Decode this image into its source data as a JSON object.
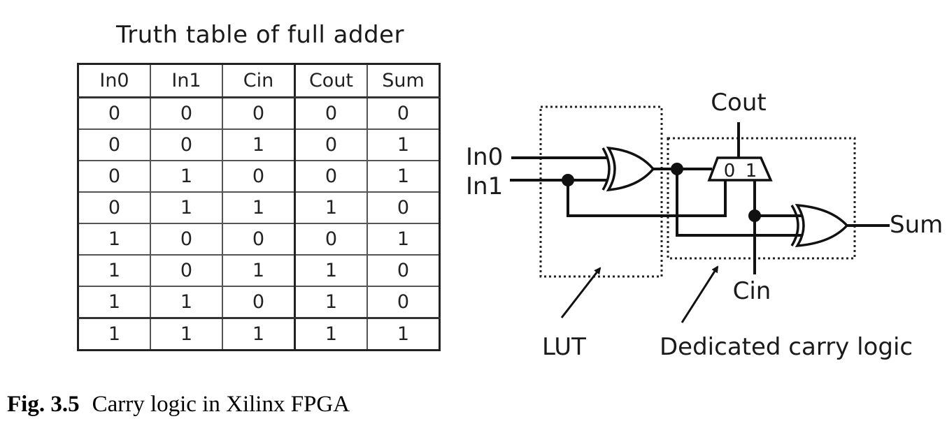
{
  "table_title": "Truth table of full adder",
  "truth_table": {
    "headers": [
      "In0",
      "In1",
      "Cin",
      "Cout",
      "Sum"
    ],
    "rows": [
      [
        "0",
        "0",
        "0",
        "0",
        "0"
      ],
      [
        "0",
        "0",
        "1",
        "0",
        "1"
      ],
      [
        "0",
        "1",
        "0",
        "0",
        "1"
      ],
      [
        "0",
        "1",
        "1",
        "1",
        "0"
      ],
      [
        "1",
        "0",
        "0",
        "0",
        "1"
      ],
      [
        "1",
        "0",
        "1",
        "1",
        "0"
      ],
      [
        "1",
        "1",
        "0",
        "1",
        "0"
      ],
      [
        "1",
        "1",
        "1",
        "1",
        "1"
      ]
    ]
  },
  "diagram": {
    "inputs": {
      "in0": "In0",
      "in1": "In1",
      "cin": "Cin"
    },
    "outputs": {
      "cout": "Cout",
      "sum": "Sum"
    },
    "mux_labels": {
      "zero": "0",
      "one": "1"
    },
    "callouts": {
      "lut": "LUT",
      "carry": "Dedicated carry logic"
    }
  },
  "caption": {
    "figure_number": "Fig. 3.5",
    "text": "Carry logic in Xilinx FPGA"
  }
}
